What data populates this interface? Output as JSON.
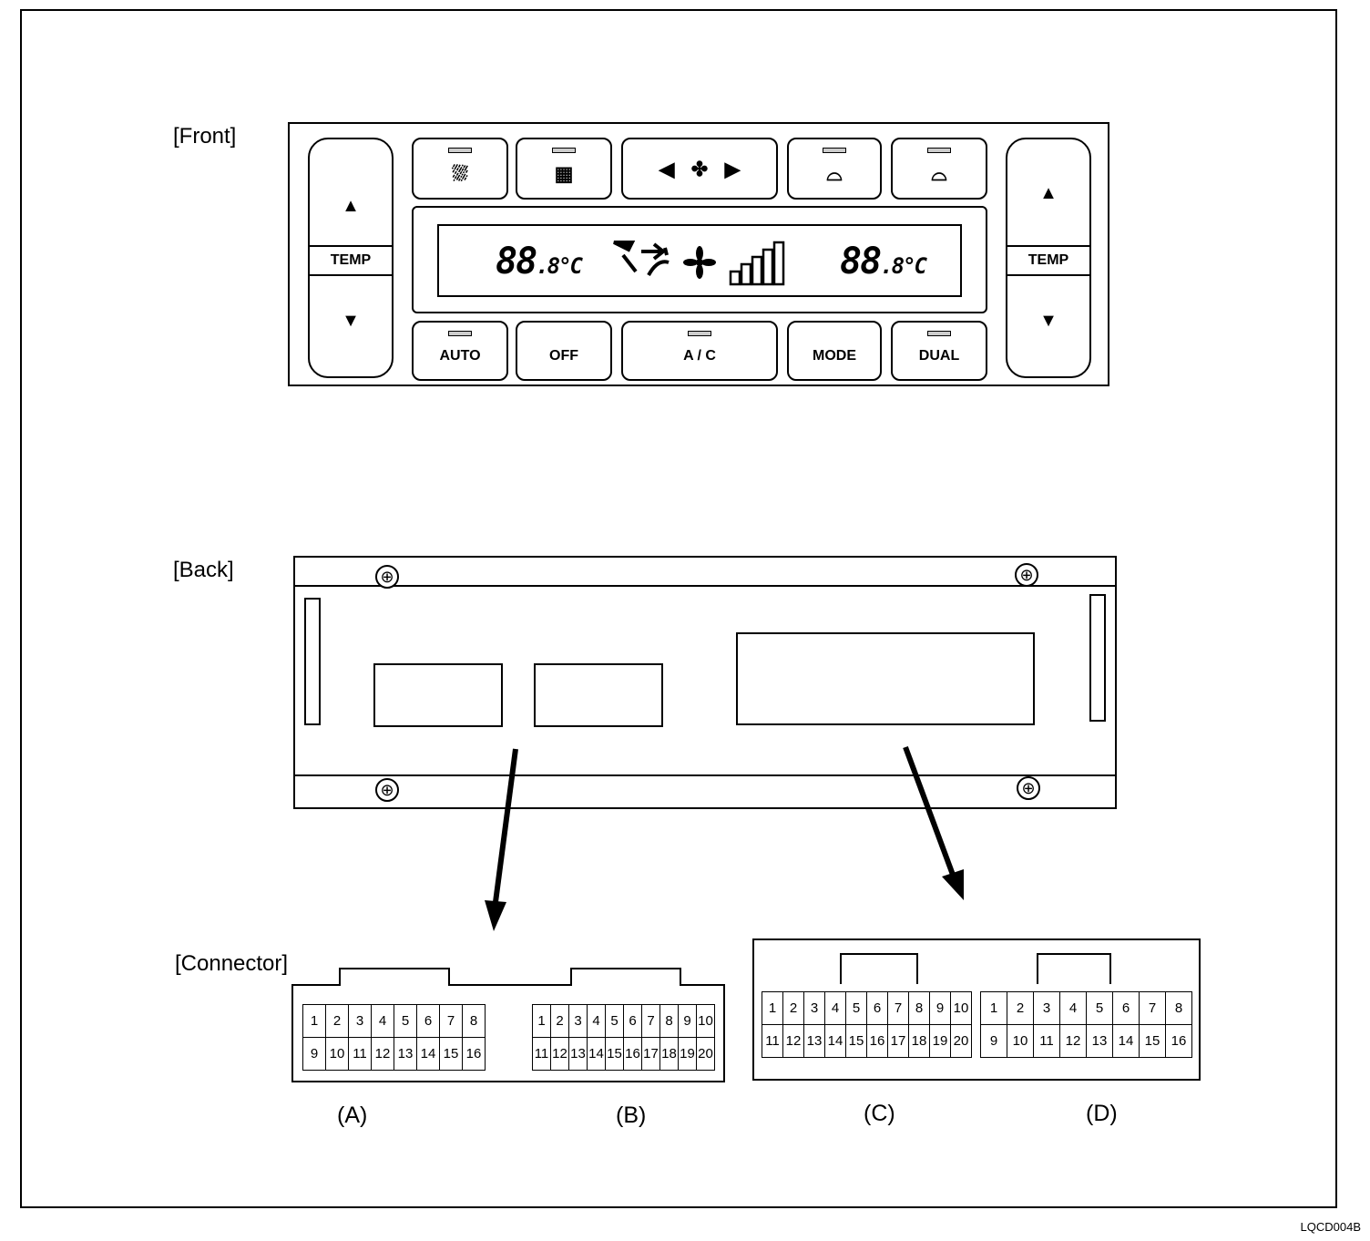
{
  "labels": {
    "front": "[Front]",
    "back": "[Back]",
    "connector": "[Connector]",
    "figure_code": "LQCD004B"
  },
  "front_panel": {
    "left_temp": {
      "label": "TEMP",
      "up": "▲",
      "down": "▼"
    },
    "right_temp": {
      "label": "TEMP",
      "up": "▲",
      "down": "▼"
    },
    "top_buttons": [
      {
        "name": "front-defrost",
        "icon": "windshield-defrost-icon",
        "glyph": "⛆"
      },
      {
        "name": "rear-defrost",
        "icon": "rear-defrost-icon",
        "glyph": "▦"
      },
      {
        "name": "fan-speed",
        "icon": "fan-icon",
        "left": "◀",
        "glyph": "✤",
        "right": "▶"
      },
      {
        "name": "fresh-air",
        "icon": "fresh-air-icon",
        "glyph": "⌓"
      },
      {
        "name": "recirculation",
        "icon": "recirculation-icon",
        "glyph": "⌓"
      }
    ],
    "bottom_buttons": [
      {
        "name": "auto",
        "label": "AUTO"
      },
      {
        "name": "off",
        "label": "OFF"
      },
      {
        "name": "ac",
        "label": "A / C"
      },
      {
        "name": "mode",
        "label": "MODE"
      },
      {
        "name": "dual",
        "label": "DUAL"
      }
    ],
    "display": {
      "left_temp": "88",
      "left_decimal": ".8°C",
      "right_temp": "88",
      "right_decimal": ".8°C"
    }
  },
  "connectors": {
    "A": {
      "caption": "(A)",
      "row1": [
        "1",
        "2",
        "3",
        "4",
        "5",
        "6",
        "7",
        "8"
      ],
      "row2": [
        "9",
        "10",
        "11",
        "12",
        "13",
        "14",
        "15",
        "16"
      ]
    },
    "B": {
      "caption": "(B)",
      "row1": [
        "1",
        "2",
        "3",
        "4",
        "5",
        "6",
        "7",
        "8",
        "9",
        "10"
      ],
      "row2": [
        "11",
        "12",
        "13",
        "14",
        "15",
        "16",
        "17",
        "18",
        "19",
        "20"
      ]
    },
    "C": {
      "caption": "(C)",
      "row1": [
        "1",
        "2",
        "3",
        "4",
        "5",
        "6",
        "7",
        "8",
        "9",
        "10"
      ],
      "row2": [
        "11",
        "12",
        "13",
        "14",
        "15",
        "16",
        "17",
        "18",
        "19",
        "20"
      ]
    },
    "D": {
      "caption": "(D)",
      "row1": [
        "1",
        "2",
        "3",
        "4",
        "5",
        "6",
        "7",
        "8"
      ],
      "row2": [
        "9",
        "10",
        "11",
        "12",
        "13",
        "14",
        "15",
        "16"
      ]
    }
  }
}
